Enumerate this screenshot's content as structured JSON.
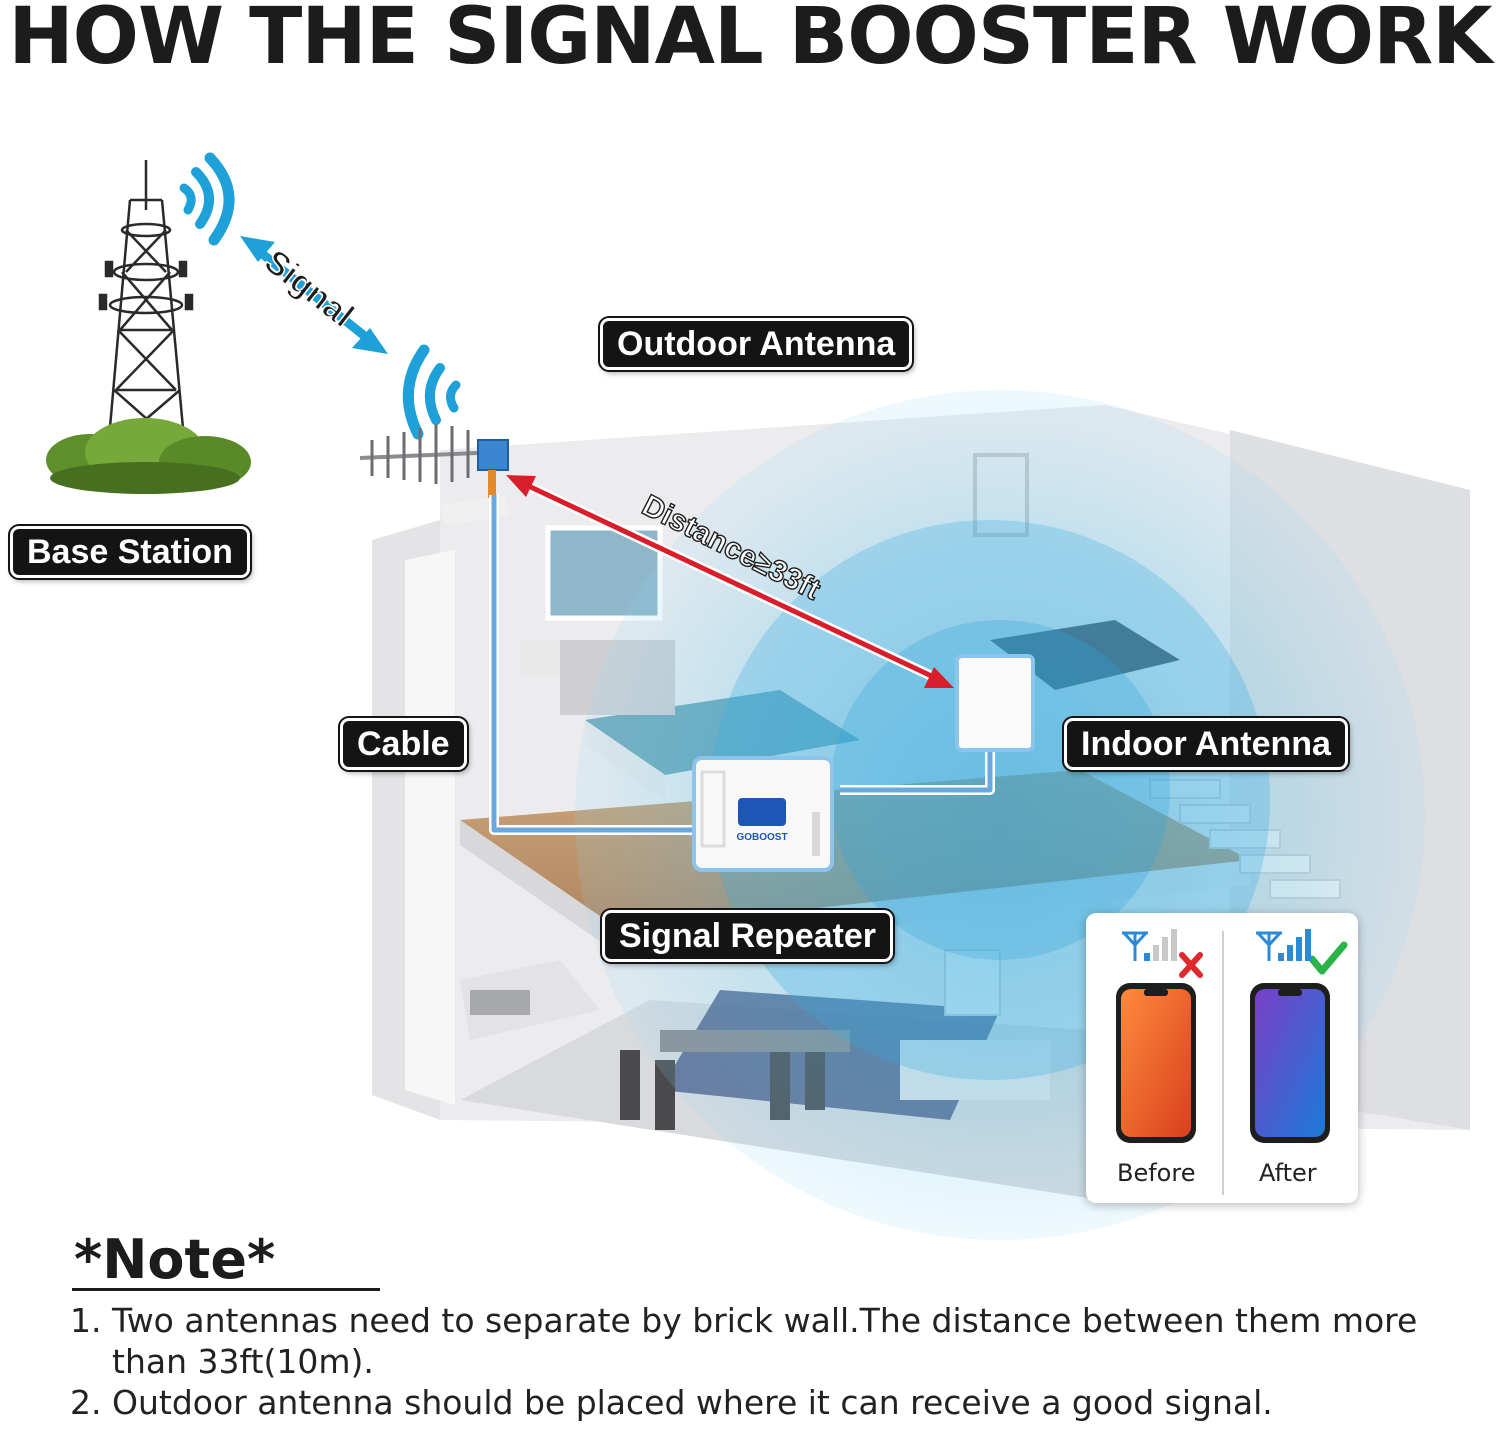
{
  "title": "HOW THE SIGNAL BOOSTER WORK",
  "labels": {
    "base_station": "Base Station",
    "outdoor_antenna": "Outdoor Antenna",
    "cable": "Cable",
    "indoor_antenna": "Indoor Antenna",
    "signal_repeater": "Signal Repeater",
    "signal_arrow": "Signal",
    "distance": "Distance≥33ft",
    "device_brand": "GOBOOST"
  },
  "comparison": {
    "before_label": "Before",
    "after_label": "After",
    "before_bars": 1,
    "after_bars": 4,
    "total_bars": 4
  },
  "note": {
    "title": "*Note*",
    "items": [
      {
        "num": "1.",
        "text": "Two antennas need to separate by brick wall.The distance between them more than 33ft(10m)."
      },
      {
        "num": "2.",
        "text": "Outdoor antenna should be placed where it can receive a good signal."
      }
    ]
  },
  "colors": {
    "label_bg": "#141414",
    "signal_blue": "#1ea0d8",
    "coverage_blue": "#39b6e6",
    "distance_arrow": "#d81e2a",
    "cable": "#6aa8e0",
    "cross": "#e0282f",
    "check": "#2bb34a"
  }
}
